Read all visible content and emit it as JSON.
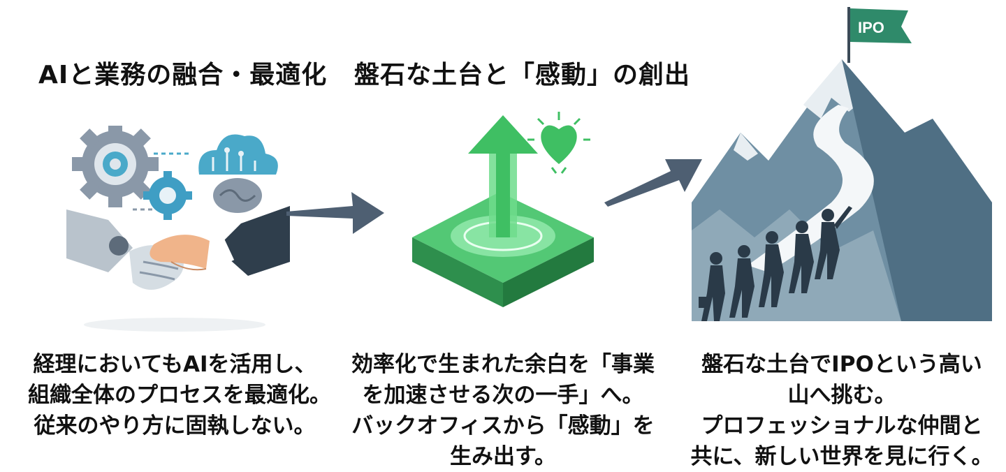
{
  "columns": [
    {
      "title": "AIと業務の融合・最適化",
      "description": [
        "経理においてもAIを活用し、",
        "組織全体のプロセスを最適化。",
        "従来のやり方に固執しない。"
      ],
      "illustration": "robot-human-handshake-with-gears-and-ai-brain-cloud-icon"
    },
    {
      "title": "盤石な土台と「感動」の創出",
      "description": [
        "効率化で生まれた余白を「事業",
        "を加速させる次の一手」へ。",
        "バックオフィスから「感動」を",
        "生み出す。"
      ],
      "illustration": "green-platform-with-upward-arrow-and-heart-icon"
    },
    {
      "title": "",
      "description": [
        "盤石な土台でIPOという高い",
        "山へ挑む。",
        "プロフェッショナルな仲間と",
        "共に、新しい世界を見に行く。"
      ],
      "illustration": "team-climbing-mountain-to-ipo-flag-icon",
      "flag_label": "IPO"
    }
  ],
  "arrows": [
    "right-arrow-icon",
    "up-right-arrow-icon"
  ],
  "colors": {
    "arrow": "#4e5f72",
    "green": "#3fbf63",
    "mountain": "#6f8fa3",
    "flag": "#2f8a6a"
  }
}
